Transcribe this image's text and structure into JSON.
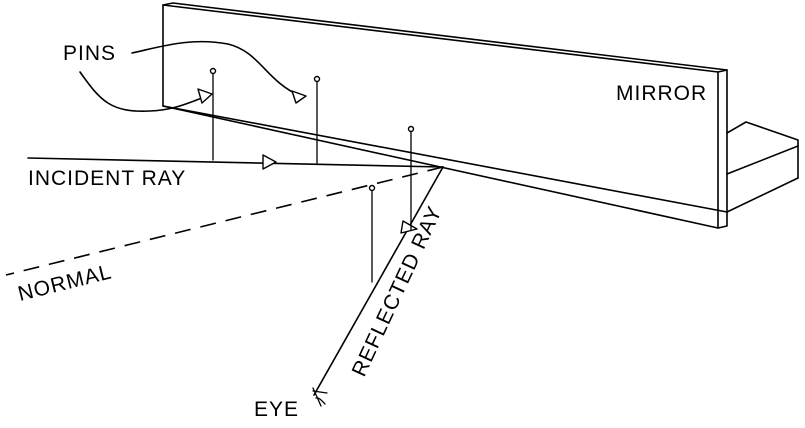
{
  "labels": {
    "pins": "PINS",
    "mirror": "MIRROR",
    "incident_ray": "INCIDENT RAY",
    "normal": "NORMAL",
    "reflected_ray": "REFLECTED RAY",
    "eye": "EYE"
  }
}
